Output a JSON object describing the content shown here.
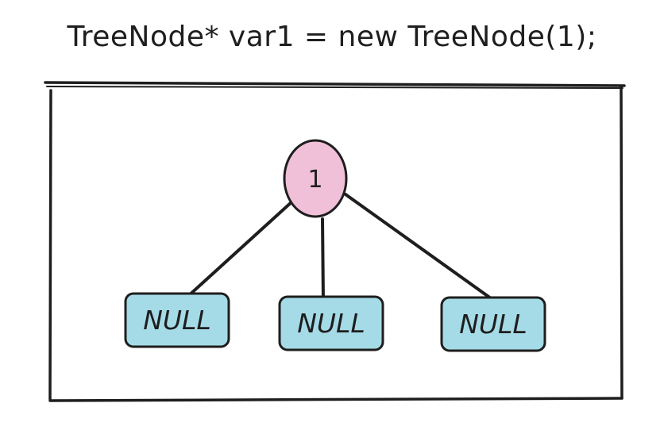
{
  "title": "TreeNode* var1 = new TreeNode(1);",
  "root": {
    "value": "1",
    "color": "#f0c0d8"
  },
  "children": [
    {
      "label": "NULL",
      "color": "#a5dbe7"
    },
    {
      "label": "NULL",
      "color": "#a5dbe7"
    },
    {
      "label": "NULL",
      "color": "#a5dbe7"
    }
  ],
  "stroke_color": "#1e1e1e"
}
